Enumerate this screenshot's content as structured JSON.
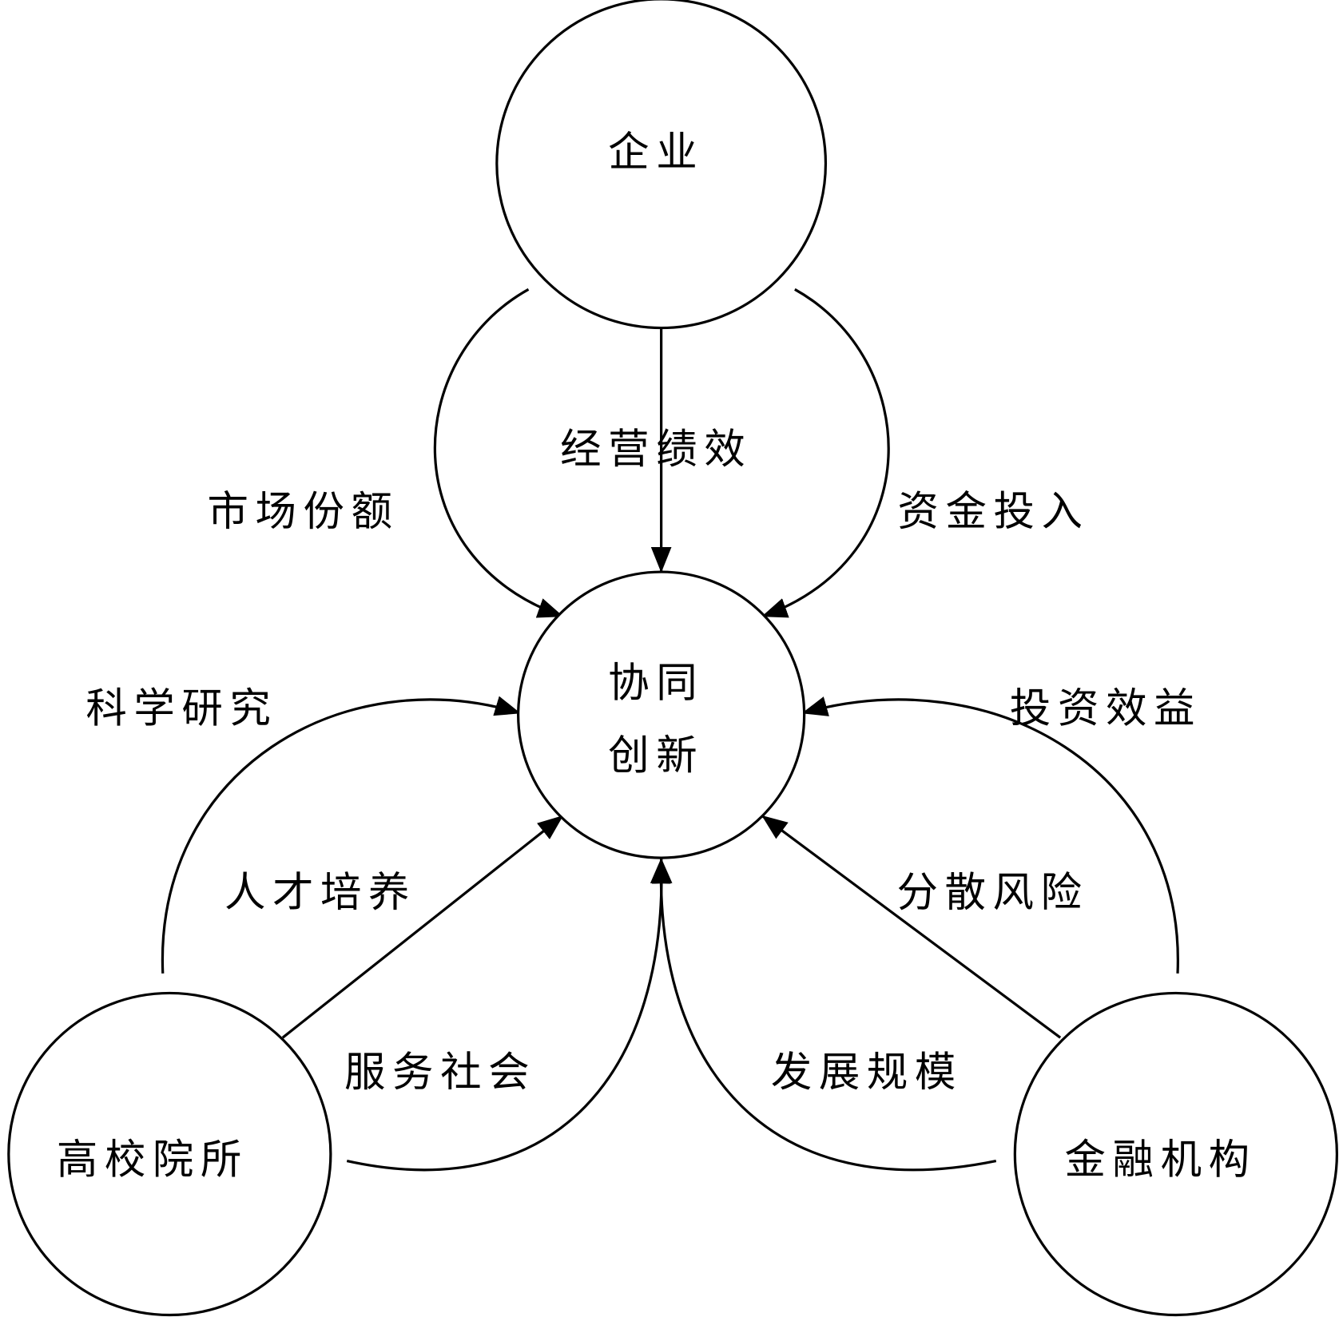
{
  "nodes": {
    "enterprise": "企业",
    "center_line1": "协同",
    "center_line2": "创新",
    "university": "高校院所",
    "finance": "金融机构"
  },
  "edges": {
    "business_performance": "经营绩效",
    "market_share": "市场份额",
    "capital_input": "资金投入",
    "scientific_research": "科学研究",
    "investment_return": "投资效益",
    "talent_cultivation": "人才培养",
    "risk_diversification": "分散风险",
    "social_service": "服务社会",
    "development_scale": "发展规模"
  }
}
